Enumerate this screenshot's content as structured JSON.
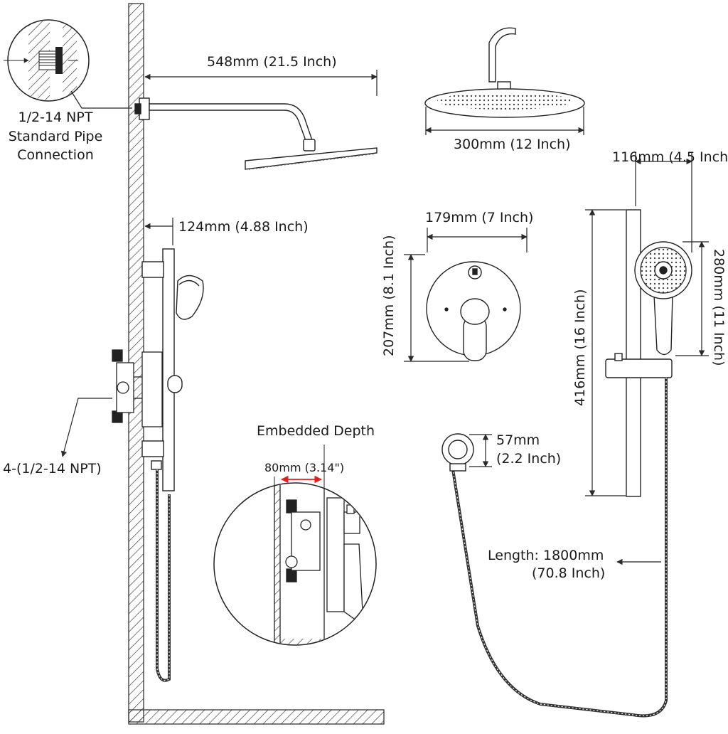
{
  "labels": {
    "pipe_connection_line1": "1/2-14 NPT",
    "pipe_connection_line2": "Standard Pipe",
    "pipe_connection_line3": "Connection",
    "arm_length": "548mm (21.5 Inch)",
    "showerhead_diameter": "300mm (12 Inch)",
    "handshower_width": "116mm (4.5 Inch)",
    "wall_offset": "124mm (4.88 Inch)",
    "valve_trim_width": "179mm (7 Inch)",
    "valve_trim_height": "207mm (8.1 Inch)",
    "handshower_height": "280mm (11 Inch)",
    "slide_bar_height": "416mm (16 Inch)",
    "valve_ports": "4-(1/2-14 NPT)",
    "embedded_depth_title": "Embedded Depth",
    "embedded_depth_value": "80mm (3.14\")",
    "elbow_size_line1": "57mm",
    "elbow_size_line2": "(2.2 Inch)",
    "hose_length_line1": "Length: 1800mm",
    "hose_length_line2": "(70.8 Inch)"
  },
  "colors": {
    "line": "#2a2a2a",
    "accent_arrow": "#e02020",
    "background": "#ffffff"
  }
}
